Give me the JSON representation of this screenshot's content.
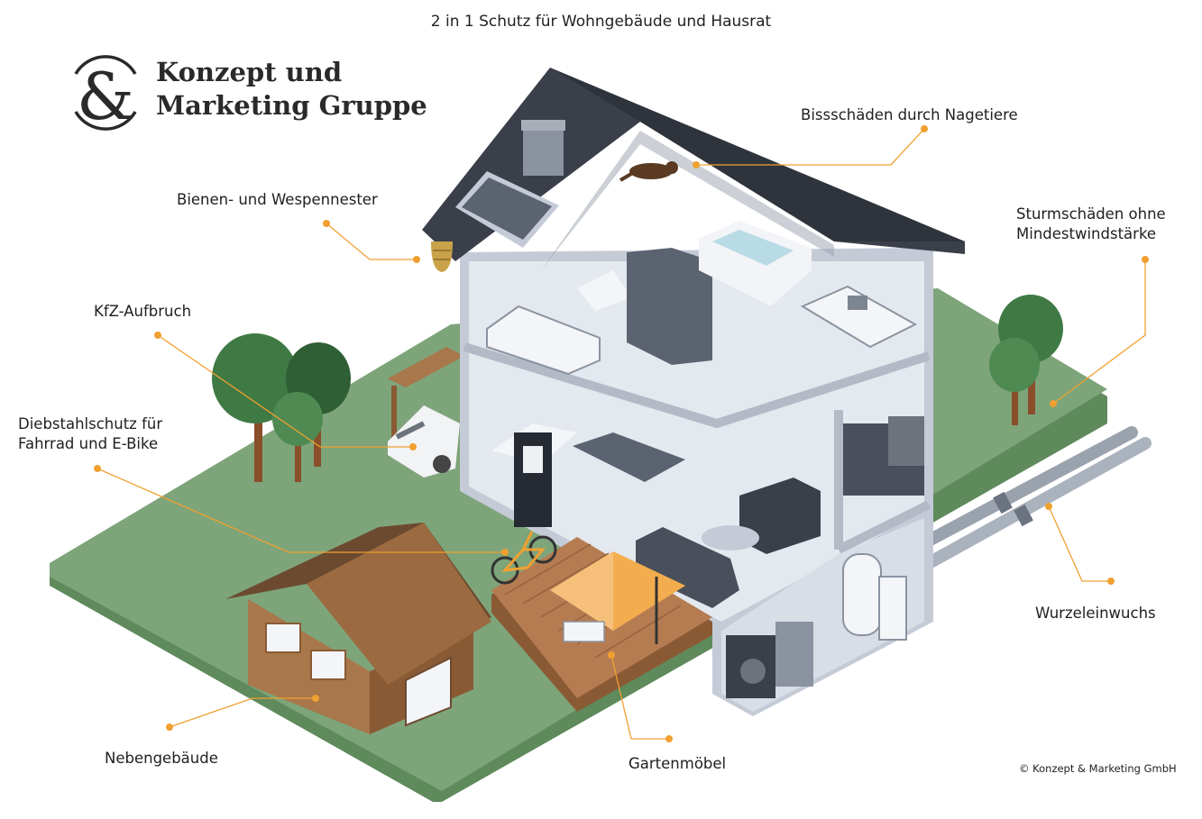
{
  "header": {
    "title": "2 in 1 Schutz für Wohngebäude und Hausrat"
  },
  "logo": {
    "mark": "&",
    "line1": "Konzept und",
    "line2": "Marketing Gruppe"
  },
  "labels": {
    "nagetiere": "Bissschäden durch Nagetiere",
    "bienen": "Bienen- und Wespennester",
    "sturm_line1": "Sturmschäden ohne",
    "sturm_line2": "Mindestwindstärke",
    "kfz": "KfZ-Aufbruch",
    "diebstahl_line1": "Diebstahlschutz für",
    "diebstahl_line2": "Fahrrad und E-Bike",
    "wurzel": "Wurzeleinwuchs",
    "nebengebaeude": "Nebengebäude",
    "gartenmoebel": "Gartenmöbel"
  },
  "footer": {
    "copyright": "© Konzept & Marketing GmbH"
  },
  "colors": {
    "accent": "#f0a030",
    "lawn": "#7ea47a",
    "lawn_edge": "#5f8a5c",
    "roof": "#3a3f4a",
    "wall": "#c5cbd6",
    "interior": "#e4e8ef",
    "shed": "#a8774b",
    "deck": "#b57c52",
    "tree": "#3f7a45"
  },
  "icons": [
    "ampersand-logo-icon",
    "callout-dot-icon",
    "house-illustration",
    "tree-icon",
    "bicycle-icon",
    "car-icon",
    "umbrella-icon",
    "rodent-icon",
    "wasp-nest-icon",
    "solar-panel-icon",
    "pipe-icon"
  ]
}
